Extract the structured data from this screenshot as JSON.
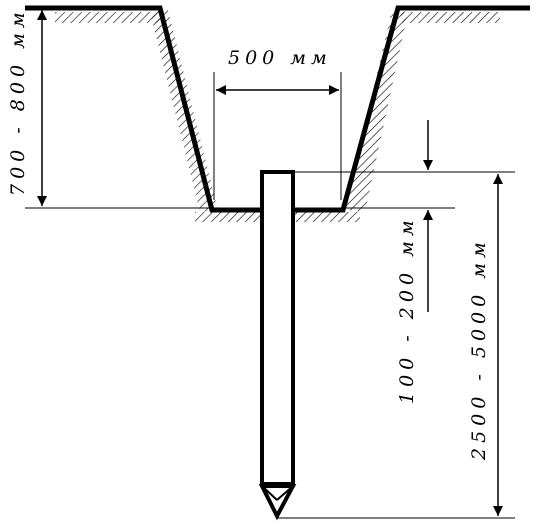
{
  "diagram": {
    "labels": {
      "trench_bottom_width": "500 мм",
      "trench_depth": "700 - 800 мм",
      "rod_protrusion": "100 - 200 мм",
      "rod_length": "2500 - 5000 мм"
    },
    "colors": {
      "line": "#000000",
      "background": "#ffffff"
    }
  }
}
